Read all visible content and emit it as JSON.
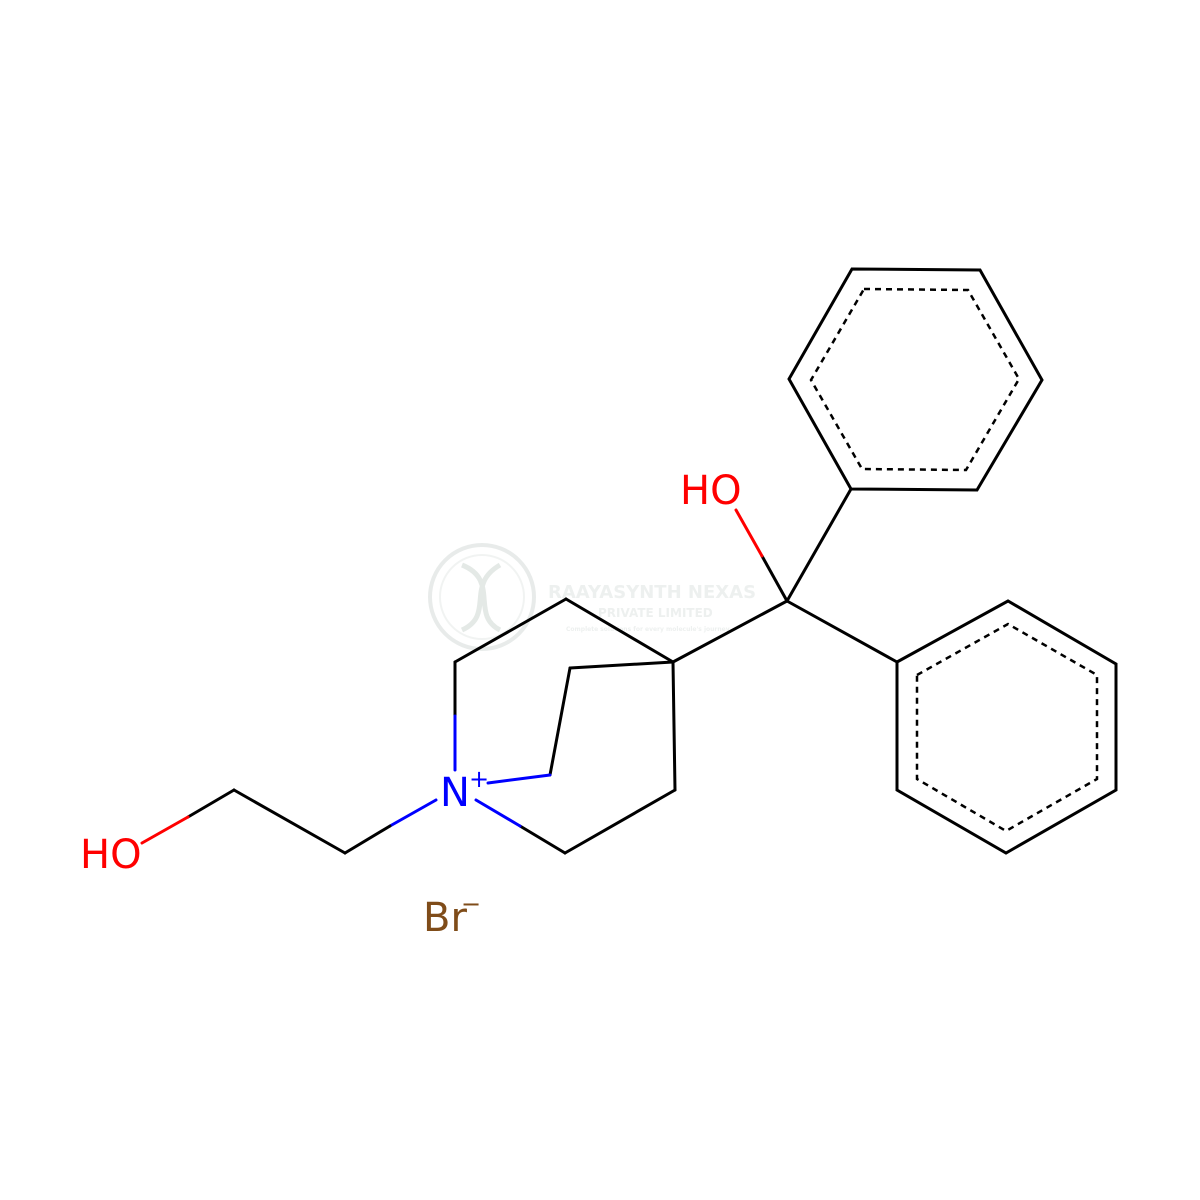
{
  "atoms": {
    "ho_left": {
      "label": "HO",
      "color": "#ff0000"
    },
    "ho_top": {
      "label": "HO",
      "color": "#ff0000"
    },
    "nitrogen": {
      "label": "N",
      "charge": "+",
      "color": "#0000ff"
    },
    "bromide": {
      "label": "Br",
      "charge": "−",
      "color": "#7f4c19"
    }
  },
  "watermark": {
    "company": "RAAYASYNTH NEXAS",
    "subtitle": "PRIVATE LIMITED",
    "tagline": "Complete solutions for every molecule's journey",
    "color": "#e3e8e6"
  },
  "colors": {
    "bond": "#000000",
    "nitrogen_bond": "#0000ff",
    "oxygen_bond": "#ff0000"
  }
}
